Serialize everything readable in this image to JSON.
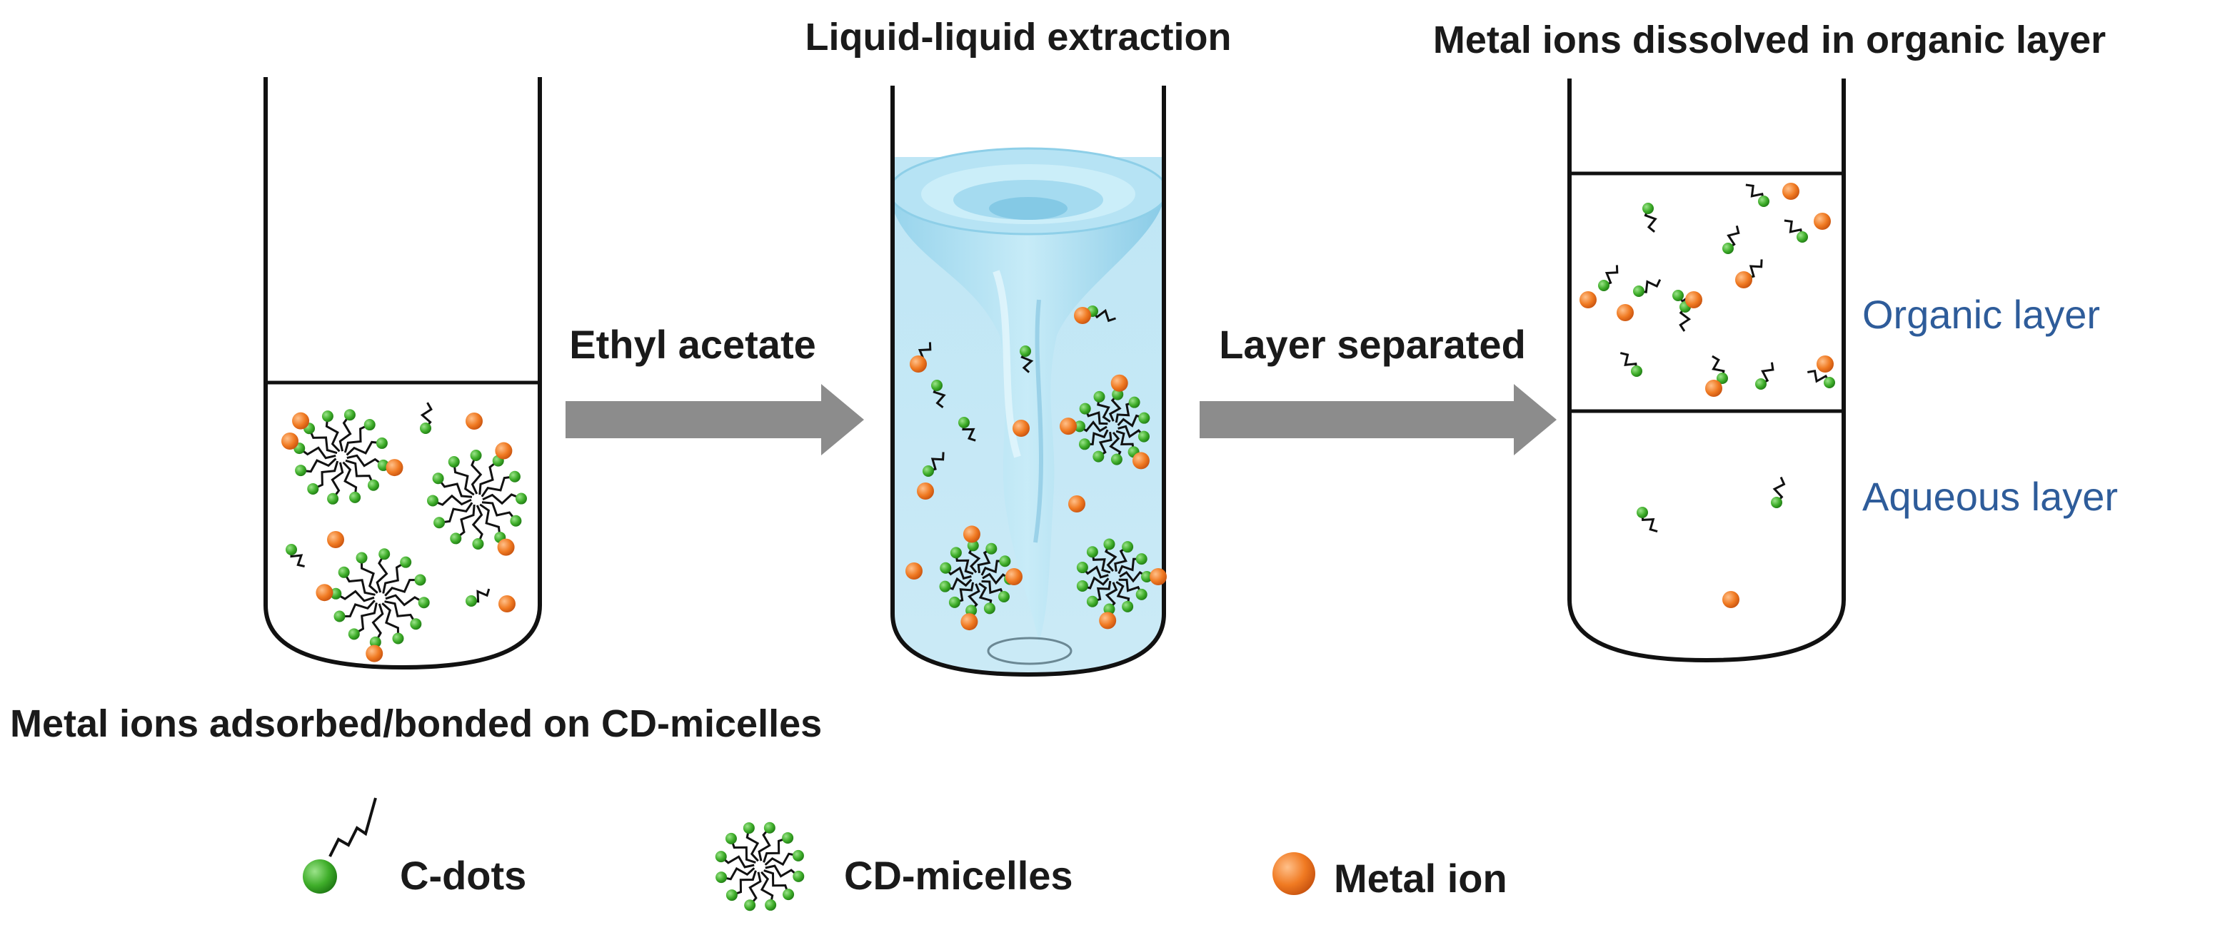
{
  "labels": {
    "step2_title": "Liquid-liquid extraction",
    "step3_title": "Metal ions dissolved in organic layer",
    "arrow1": "Ethyl acetate",
    "arrow2": "Layer separated",
    "step1_caption": "Metal ions adsorbed/bonded on CD-micelles",
    "organic_layer": "Organic layer",
    "aqueous_layer": "Aqueous layer"
  },
  "legend": {
    "cdots": "C-dots",
    "cd_micelles": "CD-micelles",
    "metal_ion": "Metal ion"
  },
  "colors": {
    "cdot_green": "#3fae2a",
    "metal_orange": "#f07a22",
    "arrow_gray": "#8c8c8c",
    "text_blue": "#2e5c9a",
    "vortex_blue": "#a9dbef"
  }
}
